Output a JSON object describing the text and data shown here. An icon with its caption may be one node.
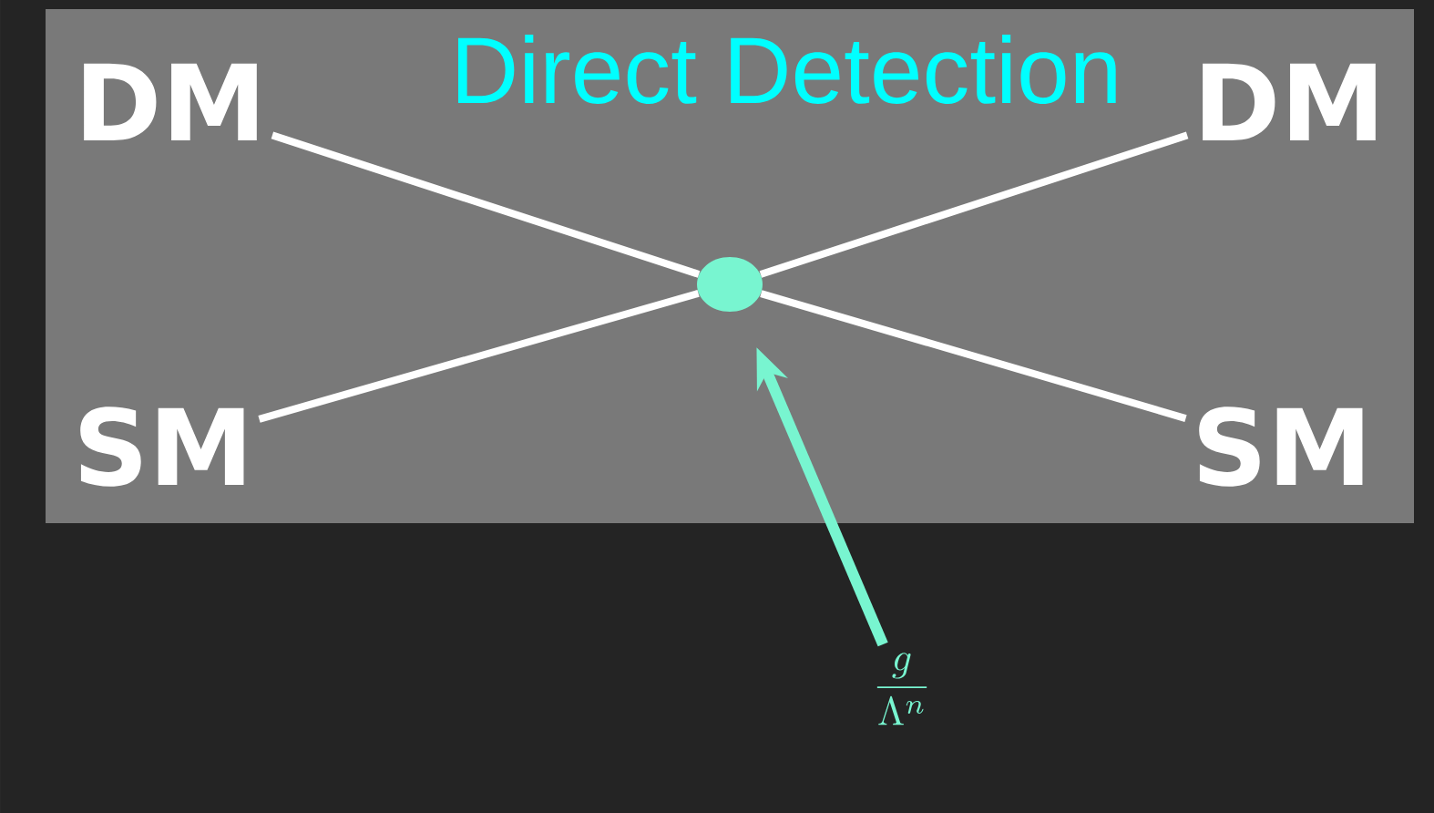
{
  "diagram": {
    "nodes": [
      {
        "text": [
          "Direct Detection"
        ]
      },
      {
        "text": [
          "DM"
        ],
        "in": 0
      },
      {
        "text": [
          "DM"
        ],
        "in": 0
      },
      {
        "text": [
          "SM"
        ],
        "in": 0
      },
      {
        "text": [
          "SM"
        ],
        "in": 0
      },
      {
        "text": [],
        "shape": "circle",
        "in": 0
      },
      {
        "text": [
          "\\frac{g}{\\Lambda^n}"
        ]
      }
    ],
    "edges": [
      {
        "from": 1,
        "to": 5,
        "arrow": "none"
      },
      {
        "from": 2,
        "to": 5,
        "arrow": "none"
      },
      {
        "from": 3,
        "to": 5,
        "arrow": "none"
      },
      {
        "from": 4,
        "to": 5,
        "arrow": "none"
      },
      {
        "from": 6,
        "to": 5,
        "arrow": "to",
        "color": "#78f5d0"
      }
    ]
  }
}
